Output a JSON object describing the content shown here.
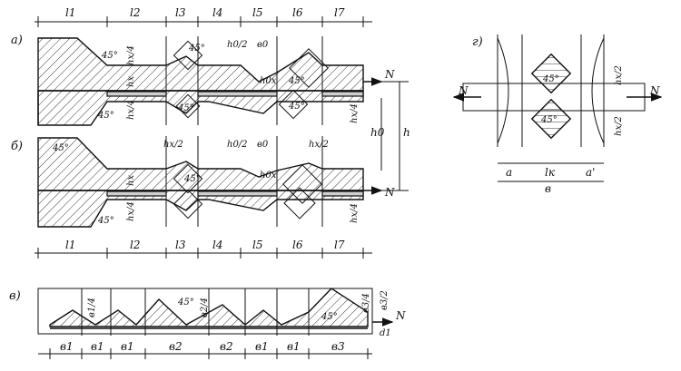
{
  "views": {
    "a": {
      "label": "а)"
    },
    "b": {
      "label": "б)"
    },
    "v": {
      "label": "в)"
    },
    "g": {
      "label": "г)"
    }
  },
  "dims_top": [
    "l1",
    "l2",
    "l3",
    "l4",
    "l5",
    "l6",
    "l7"
  ],
  "dims_mid": [
    "l1",
    "l2",
    "l3",
    "l4",
    "l5",
    "l6",
    "l7"
  ],
  "dims_bottom": [
    "в1",
    "в1",
    "в1",
    "в2",
    "в2",
    "в1",
    "в1",
    "в3"
  ],
  "angle": "45°",
  "force": "N",
  "labels": {
    "h": "h",
    "h0": "h0",
    "hx2": "hx/2",
    "hx4": "hx/4",
    "hx": "hx",
    "h02": "h0/2",
    "b0": "в0",
    "h0x": "h0x",
    "a": "a",
    "lk": "lк",
    "a_prime": "a'",
    "b": "в",
    "b1_4": "в1/4",
    "b2_4": "в2/4",
    "b3_4": "в3/4",
    "b3_2": "в3/2",
    "d1": "d1"
  }
}
